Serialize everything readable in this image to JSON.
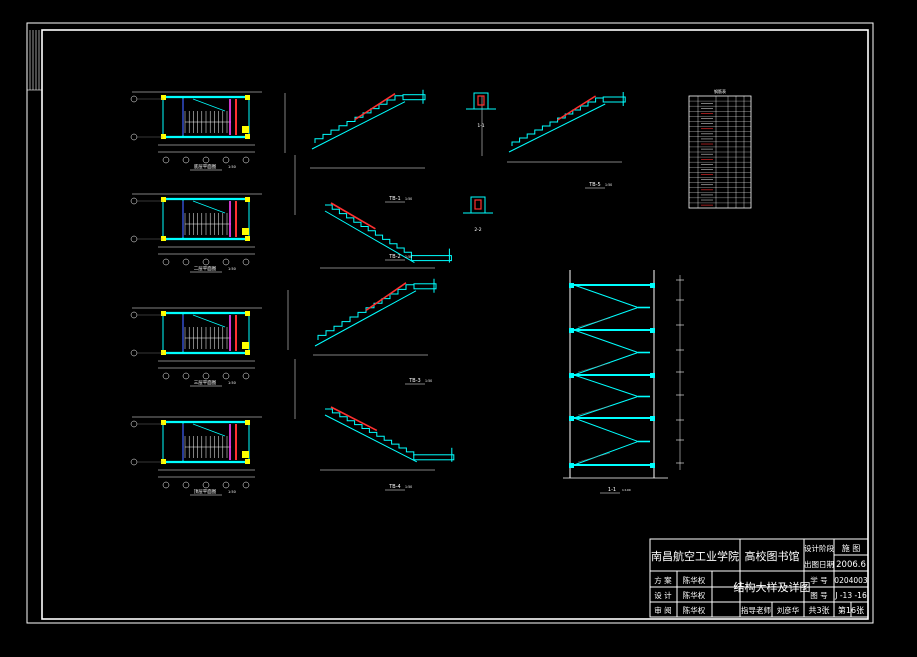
{
  "colors": {
    "background": "#000000",
    "frame": "#ffffff",
    "cyan": "#00ffff",
    "red": "#ff3030",
    "yellow": "#ffff00",
    "magenta": "#ff44ff",
    "blue": "#4060ff",
    "green": "#00ff60"
  },
  "plans": [
    {
      "caption": "底层平面图",
      "scale": "1:50"
    },
    {
      "caption": "二层平面图",
      "scale": "1:50"
    },
    {
      "caption": "三层平面图",
      "scale": "1:50"
    },
    {
      "caption": "顶层平面图",
      "scale": "1:50"
    }
  ],
  "stair_sections": [
    {
      "caption": "TB-1",
      "scale": "1:50"
    },
    {
      "caption": "TB-2",
      "scale": "1:50"
    },
    {
      "caption": "TB-3",
      "scale": "1:50"
    },
    {
      "caption": "TB-4",
      "scale": "1:50"
    },
    {
      "caption": "TB-5",
      "scale": "1:50"
    }
  ],
  "details": [
    {
      "caption": "1-1"
    },
    {
      "caption": "2-2"
    }
  ],
  "elevation": {
    "caption": "1-1",
    "scale": "1:100"
  },
  "rebar_table": {
    "title": "钢筋表"
  },
  "title_block": {
    "school": "南昌航空工业学院",
    "project": "高校图书馆",
    "drawing_title": "结构大样及详图",
    "rows": [
      {
        "label": "方 案",
        "name": "陈华权"
      },
      {
        "label": "设 计",
        "name": "陈华权"
      },
      {
        "label": "审 阅",
        "name": "陈华权"
      }
    ],
    "instructor_label": "指导老师",
    "instructor_name": "刘彦华",
    "meta": [
      {
        "label": "设计阶段",
        "value": "施 图"
      },
      {
        "label": "出图日期",
        "value": "2006.6"
      },
      {
        "label": "学 号",
        "value": "0204003"
      },
      {
        "label": "图 号",
        "value": "J -13 -16"
      }
    ],
    "sheet_total": "共3张",
    "sheet_no": "第16张"
  }
}
